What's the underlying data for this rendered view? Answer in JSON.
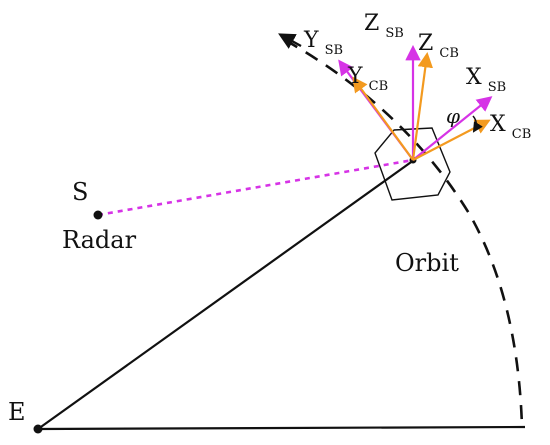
{
  "labels": {
    "earth": "E",
    "satellite_point": "S",
    "radar": "Radar",
    "orbit": "Orbit",
    "angle": "φ"
  },
  "axes": {
    "ysb": {
      "main": "Y",
      "sub": "SB"
    },
    "zsb": {
      "main": "Z",
      "sub": "SB"
    },
    "zcb": {
      "main": "Z",
      "sub": "CB"
    },
    "ycb": {
      "main": "Y",
      "sub": "CB"
    },
    "xsb": {
      "main": "X",
      "sub": "SB"
    },
    "xcb": {
      "main": "X",
      "sub": "CB"
    }
  },
  "colors": {
    "black": "#111111",
    "magenta": "#d633e6",
    "orange": "#f39a1f"
  }
}
